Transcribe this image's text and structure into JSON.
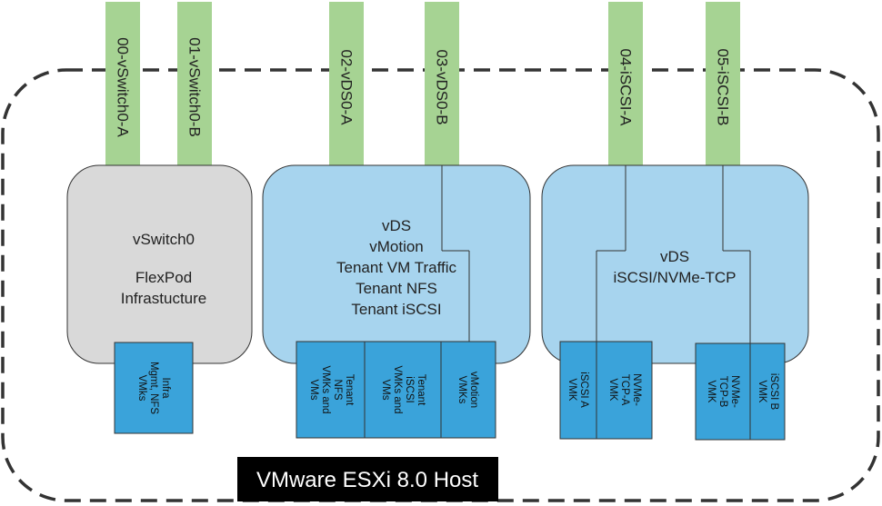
{
  "colors": {
    "uplink": "#A6D393",
    "switch_gray": "#D9D9D9",
    "switch_blue": "#A7D4EE",
    "vmk_box": "#3AA3DA",
    "stroke": "#333333",
    "host_label_bg": "#000000",
    "host_label_text": "#FFFFFF"
  },
  "host": {
    "label": "VMware ESXi 8.0 Host"
  },
  "uplinks": [
    "00-vSwitch0-A",
    "01-vSwitch0-B",
    "02-vDS0-A",
    "03-vDS0-B",
    "04-iSCSI-A",
    "05-iSCSI-B"
  ],
  "switches": [
    {
      "lines": [
        "vSwitch0",
        "",
        "FlexPod",
        "Infrastucture"
      ]
    },
    {
      "lines": [
        "vDS",
        "vMotion",
        "Tenant VM Traffic",
        "Tenant NFS",
        "Tenant iSCSI"
      ]
    },
    {
      "lines": [
        "vDS",
        "iSCSI/NVMe-TCP"
      ]
    }
  ],
  "vmk_groups": [
    {
      "lines": [
        "Infra",
        "Mgmt, NFS",
        "VMks"
      ]
    },
    {
      "lines": [
        "Tenant",
        "NFS",
        "VMKs and",
        "VMs"
      ]
    },
    {
      "lines": [
        "Tenant",
        "iSCSI",
        "VMKs and",
        "VMs"
      ]
    },
    {
      "lines": [
        "vMotion",
        "VMKs"
      ]
    },
    {
      "lines": [
        "iSCSI A",
        "VMK"
      ]
    },
    {
      "lines": [
        "NVMe-",
        "TCP-A",
        "VMK"
      ]
    },
    {
      "lines": [
        "NVMe-",
        "TCP-B",
        "VMK"
      ]
    },
    {
      "lines": [
        "iSCSI B",
        "VMK"
      ]
    }
  ]
}
